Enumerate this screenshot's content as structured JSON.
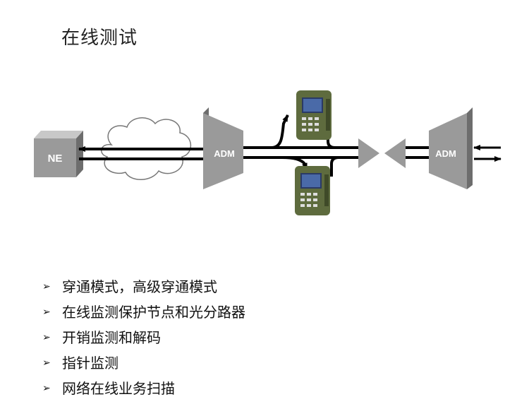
{
  "title": "在线测试",
  "diagram": {
    "ne_label": "NE",
    "adm_left_label": "ADM",
    "adm_right_label": "ADM"
  },
  "bullets": [
    "穿通模式，高级穿通模式",
    "在线监测保护节点和光分路器",
    "开销监测和解码",
    "指针监测",
    "网络在线业务扫描"
  ],
  "colors": {
    "box_face": "#9a9a9a",
    "box_top": "#c8c8c8",
    "box_side": "#6d6d6d",
    "line": "#000000"
  }
}
